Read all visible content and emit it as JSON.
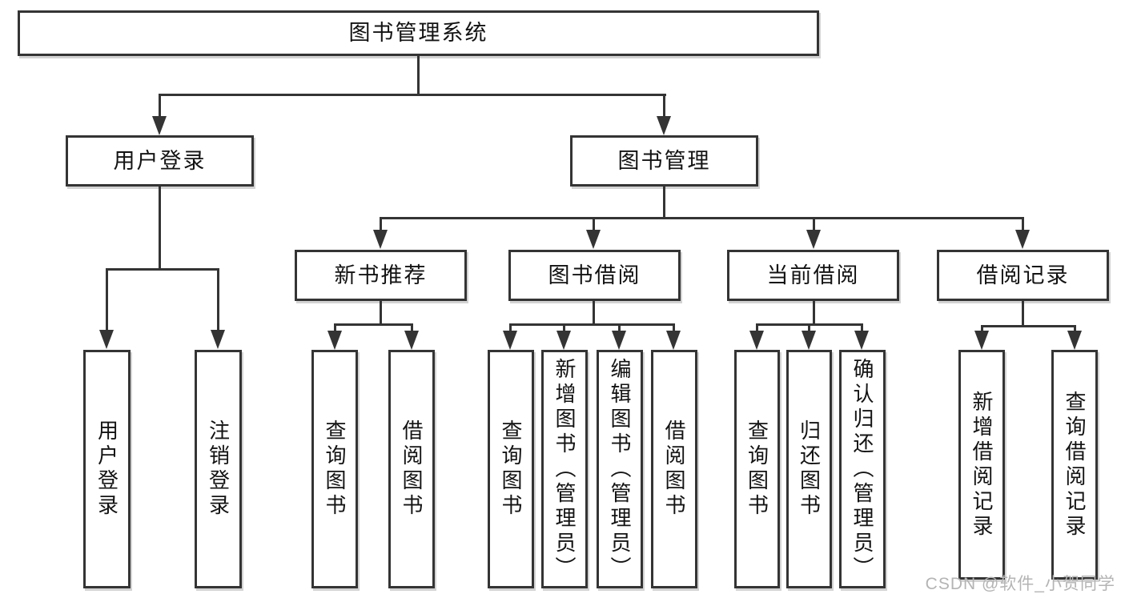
{
  "diagram": {
    "root": {
      "label": "图书管理系统"
    },
    "level2": [
      {
        "label": "用户登录"
      },
      {
        "label": "图书管理"
      }
    ],
    "level3": [
      {
        "label": "新书推荐"
      },
      {
        "label": "图书借阅"
      },
      {
        "label": "当前借阅"
      },
      {
        "label": "借阅记录"
      }
    ],
    "leaves": {
      "user_login": [
        {
          "label": "用户登录"
        },
        {
          "label": "注销登录"
        }
      ],
      "new_book_recommend": [
        {
          "label": "查询图书"
        },
        {
          "label": "借阅图书"
        }
      ],
      "book_borrow": [
        {
          "label": "查询图书"
        },
        {
          "label": "新增图书（管理员）"
        },
        {
          "label": "编辑图书（管理员）"
        },
        {
          "label": "借阅图书"
        }
      ],
      "current_borrow": [
        {
          "label": "查询图书"
        },
        {
          "label": "归还图书"
        },
        {
          "label": "确认归还（管理员）"
        }
      ],
      "borrow_record": [
        {
          "label": "新增借阅记录"
        },
        {
          "label": "查询借阅记录"
        }
      ]
    },
    "watermark": "CSDN @软件_小贺同学",
    "colors": {
      "line": "#343434",
      "text": "#131313",
      "watermark": "#b4b4b4",
      "background": "#ffffff"
    }
  }
}
